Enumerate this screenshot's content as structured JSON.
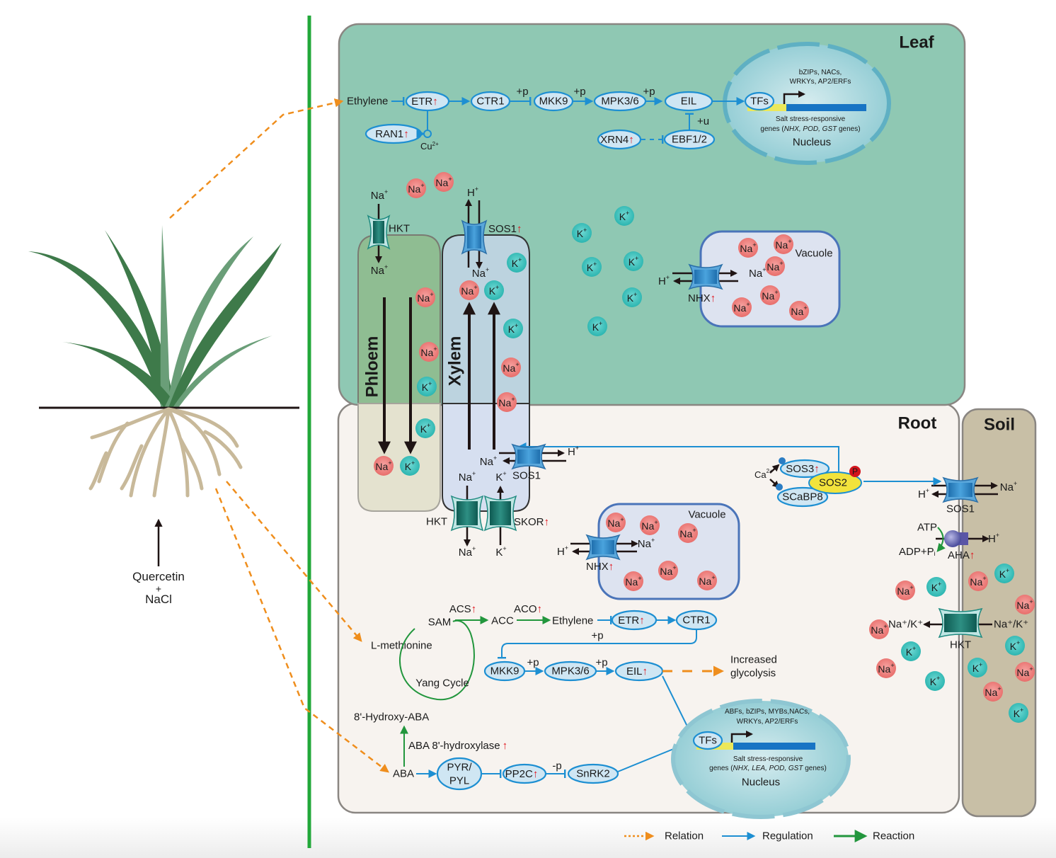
{
  "regions": {
    "leaf": "Leaf",
    "root": "Root",
    "soil": "Soil",
    "phloem": "Phloem",
    "xylem": "Xylem"
  },
  "treatment": {
    "line1": "Quercetin",
    "line2": "+",
    "line3": "NaCl"
  },
  "leaf_pathway": {
    "ethylene": "Ethylene",
    "etr": "ETR",
    "ctr1": "CTR1",
    "mkk9": "MKK9",
    "mpk": "MPK3/6",
    "eil": "EIL",
    "ran1": "RAN1",
    "cu": "Cu",
    "cu_sup": "2+",
    "xrn4": "XRN4",
    "ebf": "EBF1/2",
    "plus_p": "+p",
    "plus_u": "+u",
    "tfs": "TFs",
    "tf_families_1": "bZIPs, NACs,",
    "tf_families_2": "WRKYs, AP2/ERFs",
    "genes_1": "Salt stress-responsive",
    "genes_2_pre": "genes (",
    "genes_2_ital": "NHX, POD, GST",
    "genes_2_post": " genes)",
    "nucleus": "Nucleus"
  },
  "leaf_transport": {
    "hkt": "HKT",
    "sos1": "SOS1",
    "nhx": "NHX",
    "vacuole": "Vacuole",
    "na": "Na",
    "k": "K",
    "h": "H",
    "plus": "+"
  },
  "root_transport": {
    "sos1": "SOS1",
    "hkt": "HKT",
    "skor": "SKOR",
    "nhx": "NHX",
    "vacuole": "Vacuole",
    "sos3": "SOS3",
    "sos2": "SOS2",
    "scabp8": "SCaBP8",
    "ca": "Ca",
    "ca_sup": "2+",
    "p_badge": "P",
    "aha": "AHA",
    "atp": "ATP",
    "adp": "ADP+P",
    "adp_sub": "i",
    "soil_sos1": "SOS1",
    "soil_hkt": "HKT",
    "nak": "Na⁺/K⁺"
  },
  "root_pathway": {
    "l_methionine": "L-methionine",
    "sam": "SAM",
    "yang_cycle": "Yang Cycle",
    "acs": "ACS",
    "aco": "ACO",
    "acc": "ACC",
    "ethylene": "Ethylene",
    "etr": "ETR",
    "ctr1": "CTR1",
    "plus_p": "+p",
    "mkk9": "MKK9",
    "mpk": "MPK3/6",
    "eil": "EIL",
    "glycolysis_1": "Increased",
    "glycolysis_2": "glycolysis",
    "hydroxy_aba": "8'-Hydroxy-ABA",
    "aba_hydroxylase": "ABA 8'-hydroxylase",
    "aba": "ABA",
    "pyr_1": "PYR/",
    "pyr_2": "PYL",
    "pp2c": "PP2C",
    "minus_p": "-p",
    "snrk2": "SnRK2",
    "tfs": "TFs",
    "tf_families_1": "ABFs, bZIPs, MYBs,NACs,",
    "tf_families_2": "WRKYs, AP2/ERFs",
    "genes_1": "Salt stress-responsive",
    "genes_2_pre": "genes (",
    "genes_2_ital": "NHX, LEA, POD, GST",
    "genes_2_post": " genes)",
    "nucleus": "Nucleus"
  },
  "up_arrow": "↑",
  "legend": [
    {
      "label": "Relation",
      "color": "#ef8e1d",
      "style": "dotted"
    },
    {
      "label": "Regulation",
      "color": "#1d8fd2",
      "style": "solid"
    },
    {
      "label": "Reaction",
      "color": "#22963d",
      "style": "solid"
    }
  ],
  "colors": {
    "leaf_bg": "#8fc8b3",
    "root_bg": "#f7f3ef",
    "soil_bg": "#c8bfa6",
    "na_ion": "#ec7b78",
    "k_ion": "#39c2bd",
    "regulation": "#1d8fd2",
    "reaction": "#22963d",
    "relation": "#ef8e1d",
    "upregulated": "#e0141c"
  }
}
